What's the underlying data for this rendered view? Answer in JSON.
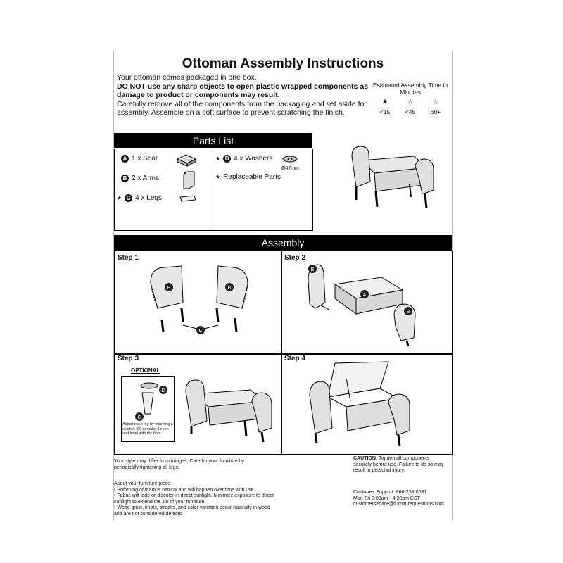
{
  "document": {
    "title": "Ottoman Assembly Instructions",
    "intro_line1": "Your ottoman comes packaged in one box.",
    "intro_bold": "DO NOT use any sharp objects to open plastic wrapped components as damage to product or components may result.",
    "intro_line3": "Carefully remove all of the components from the packaging and set aside for assembly. Assemble on a soft surface to prevent scratching the finish."
  },
  "estimate": {
    "label": "Estimated Assembly Time in Minutes",
    "options": [
      "<15",
      "<45",
      "60+"
    ],
    "selected_index": 0
  },
  "parts": {
    "header": "Parts List",
    "items": [
      {
        "letter": "A",
        "text": "1 x Seat",
        "replaceable": false
      },
      {
        "letter": "B",
        "text": "2 x Arms",
        "replaceable": false
      },
      {
        "letter": "C",
        "text": "4 x Legs",
        "replaceable": true
      },
      {
        "letter": "D",
        "text": "4 x Washers",
        "replaceable": true
      }
    ],
    "washer_size": "Ø47mm",
    "replaceable_note": "Replaceable Parts"
  },
  "assembly": {
    "header": "Assembly",
    "steps": [
      "Step 1",
      "Step 2",
      "Step 3",
      "Step 4"
    ],
    "optional_label": "OPTIONAL",
    "optional_note": "Adjust each leg by inserting a washer (D) to make it even and level with the floor."
  },
  "footer": {
    "style_note": "Your style may differ from images. Care for your furniture by periodically tightening all legs.",
    "caution_label": "CAUTION:",
    "caution_text": "Tighten all components securely before use. Failure to do so may result in personal injury.",
    "about_title": "About your furniture piece:",
    "bullets": [
      "Softening of foam is natural and will happen over time with use.",
      "Fabric will fade or discolor in direct sunlight. Minimize exposure to direct sunlight to extend the life of your furniture.",
      "Wood grain, knots, streaks, and color variation occur naturally in wood and are not considered defects."
    ],
    "support": "Customer Support: 866-238-0531",
    "hours": "Mon-Fri 8:00am - 4:30pm CST",
    "email": "customerservice@furniturequestions.com"
  }
}
